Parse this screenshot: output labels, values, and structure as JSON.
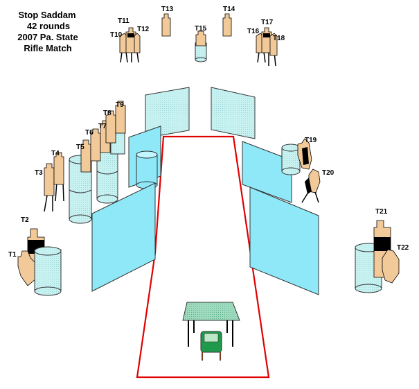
{
  "title": {
    "line1": "Stop Saddam",
    "line2": "42 rounds",
    "line3": "2007 Pa. State",
    "line4": "Rifle Match"
  },
  "targets": {
    "t1": "T1",
    "t2": "T2",
    "t3": "T3",
    "t4": "T4",
    "t5": "T5",
    "t6": "T6",
    "t7": "T7",
    "t8": "T8",
    "t9": "T9",
    "t10": "T10",
    "t11": "T11",
    "t12": "T12",
    "t13": "T13",
    "t14": "T14",
    "t15": "T15",
    "t16": "T16",
    "t17": "T17",
    "t18": "T18",
    "t19": "T19",
    "t20": "T20",
    "t21": "T21",
    "t22": "T22"
  },
  "colors": {
    "lane_border": "#e00000",
    "panel_light": "#bfeff0",
    "panel_blue": "#8ee8f8",
    "barrel": "#bff0f0",
    "target_tan": "#f2c998",
    "table_top": "#8fd7b5",
    "chair": "#1f9a4a"
  }
}
